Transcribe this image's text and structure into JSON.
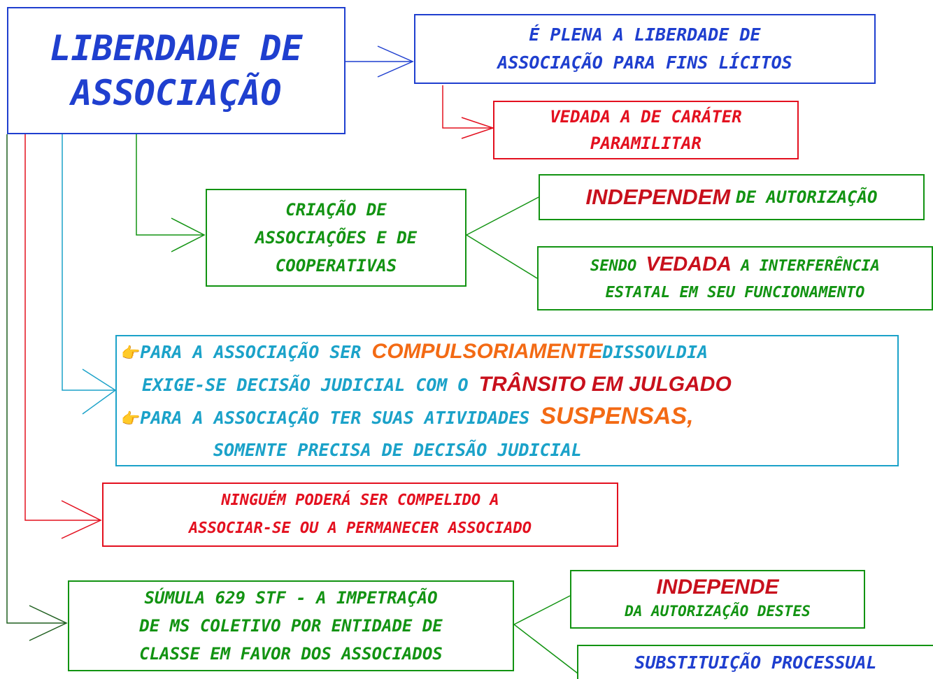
{
  "title": {
    "line1": "LIBERDADE DE",
    "line2": "ASSOCIAÇÃO"
  },
  "plena": {
    "line1": "É PLENA A LIBERDADE DE",
    "line2": "ASSOCIAÇÃO PARA FINS LÍCITOS"
  },
  "vedada_paramilitar": {
    "line1": "VEDADA A DE CARÁTER",
    "line2": "PARAMILITAR"
  },
  "criacao": {
    "line1": "CRIAÇÃO DE",
    "line2": "ASSOCIAÇÕES E DE",
    "line3": "COOPERATIVAS"
  },
  "independem": {
    "highlight": "INDEPENDEM",
    "rest": "DE AUTORIZAÇÃO"
  },
  "interferencia": {
    "pre": "SENDO",
    "highlight": "VEDADA",
    "post": "A INTERFERÊNCIA",
    "line2": "ESTATAL EM SEU FUNCIONAMENTO"
  },
  "dissolucao": {
    "l1_pre": "PARA A ASSOCIAÇÃO SER",
    "l1_highlight": "COMPULSORIAMENTE",
    "l1_post": "DISSOVLDIA",
    "l2_pre": "EXIGE-SE DECISÃO JUDICIAL COM O",
    "l2_highlight": "TRÂNSITO EM JULGADO",
    "l3_pre": "PARA A ASSOCIAÇÃO TER SUAS ATIVIDADES",
    "l3_highlight": "SUSPENSAS,",
    "l4": "SOMENTE PRECISA DE DECISÃO JUDICIAL",
    "pointer_glyph": "👉"
  },
  "compelido": {
    "line1": "NINGUÉM PODERÁ SER COMPELIDO A",
    "line2": "ASSOCIAR-SE OU A PERMANECER ASSOCIADO"
  },
  "sumula": {
    "line1": "SÚMULA 629 STF - A IMPETRAÇÃO",
    "line2": "DE MS COLETIVO POR ENTIDADE DE",
    "line3": "CLASSE EM FAVOR DOS ASSOCIADOS"
  },
  "independe": {
    "highlight": "INDEPENDE",
    "line2": "DA AUTORIZAÇÃO DESTES"
  },
  "substituicao": {
    "text": "SUBSTITUIÇÃO PROCESSUAL"
  },
  "colors": {
    "blue": "#1f3fcf",
    "red": "#e3101f",
    "green": "#129312",
    "cyan": "#1ba2c9",
    "orange": "#f36a14"
  }
}
